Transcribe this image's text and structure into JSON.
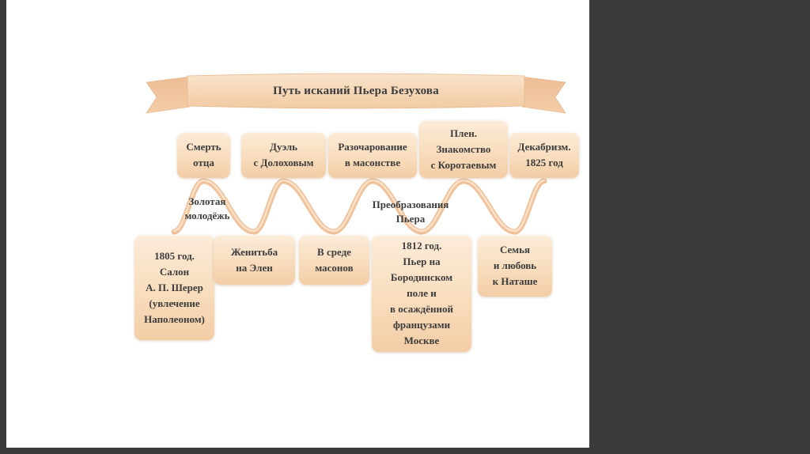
{
  "slide": {
    "banner": {
      "title": "Путь исканий Пьера Безухова"
    },
    "top_row": [
      {
        "text": "Смерть\nотца"
      },
      {
        "text": "Дуэль\nс Долоховым"
      },
      {
        "text": "Разочарование\nв масонстве"
      },
      {
        "text": "Плен.\nЗнакомство\nс Коротаевым"
      },
      {
        "text": "Декабризм.\n1825 год"
      }
    ],
    "bottom_row": [
      {
        "text": "1805 год.\nСалон\nА. П. Шерер\n(увлечение\nНаполеоном)"
      },
      {
        "text": "Женитьба\nна Элен"
      },
      {
        "text": "В среде\nмасонов"
      },
      {
        "text": "1812 год.\nПьер на\nБородинском\nполе и\nв осаждённой\nфранцузами\nМоскве"
      },
      {
        "text": "Семья\nи любовь\nк Наташе"
      }
    ],
    "wave_labels": [
      {
        "text": "Золотая\nмолодёжь"
      },
      {
        "text": "Преобразования\nПьера"
      }
    ],
    "colors": {
      "background": "#3a3a3c",
      "slide": "#ffffff",
      "box_top": "#fcecd9",
      "box_bottom": "#f3cda6",
      "wave": "#f0c19a",
      "wave_highlight": "#f9e2c9",
      "text": "#3c3c3c"
    }
  }
}
